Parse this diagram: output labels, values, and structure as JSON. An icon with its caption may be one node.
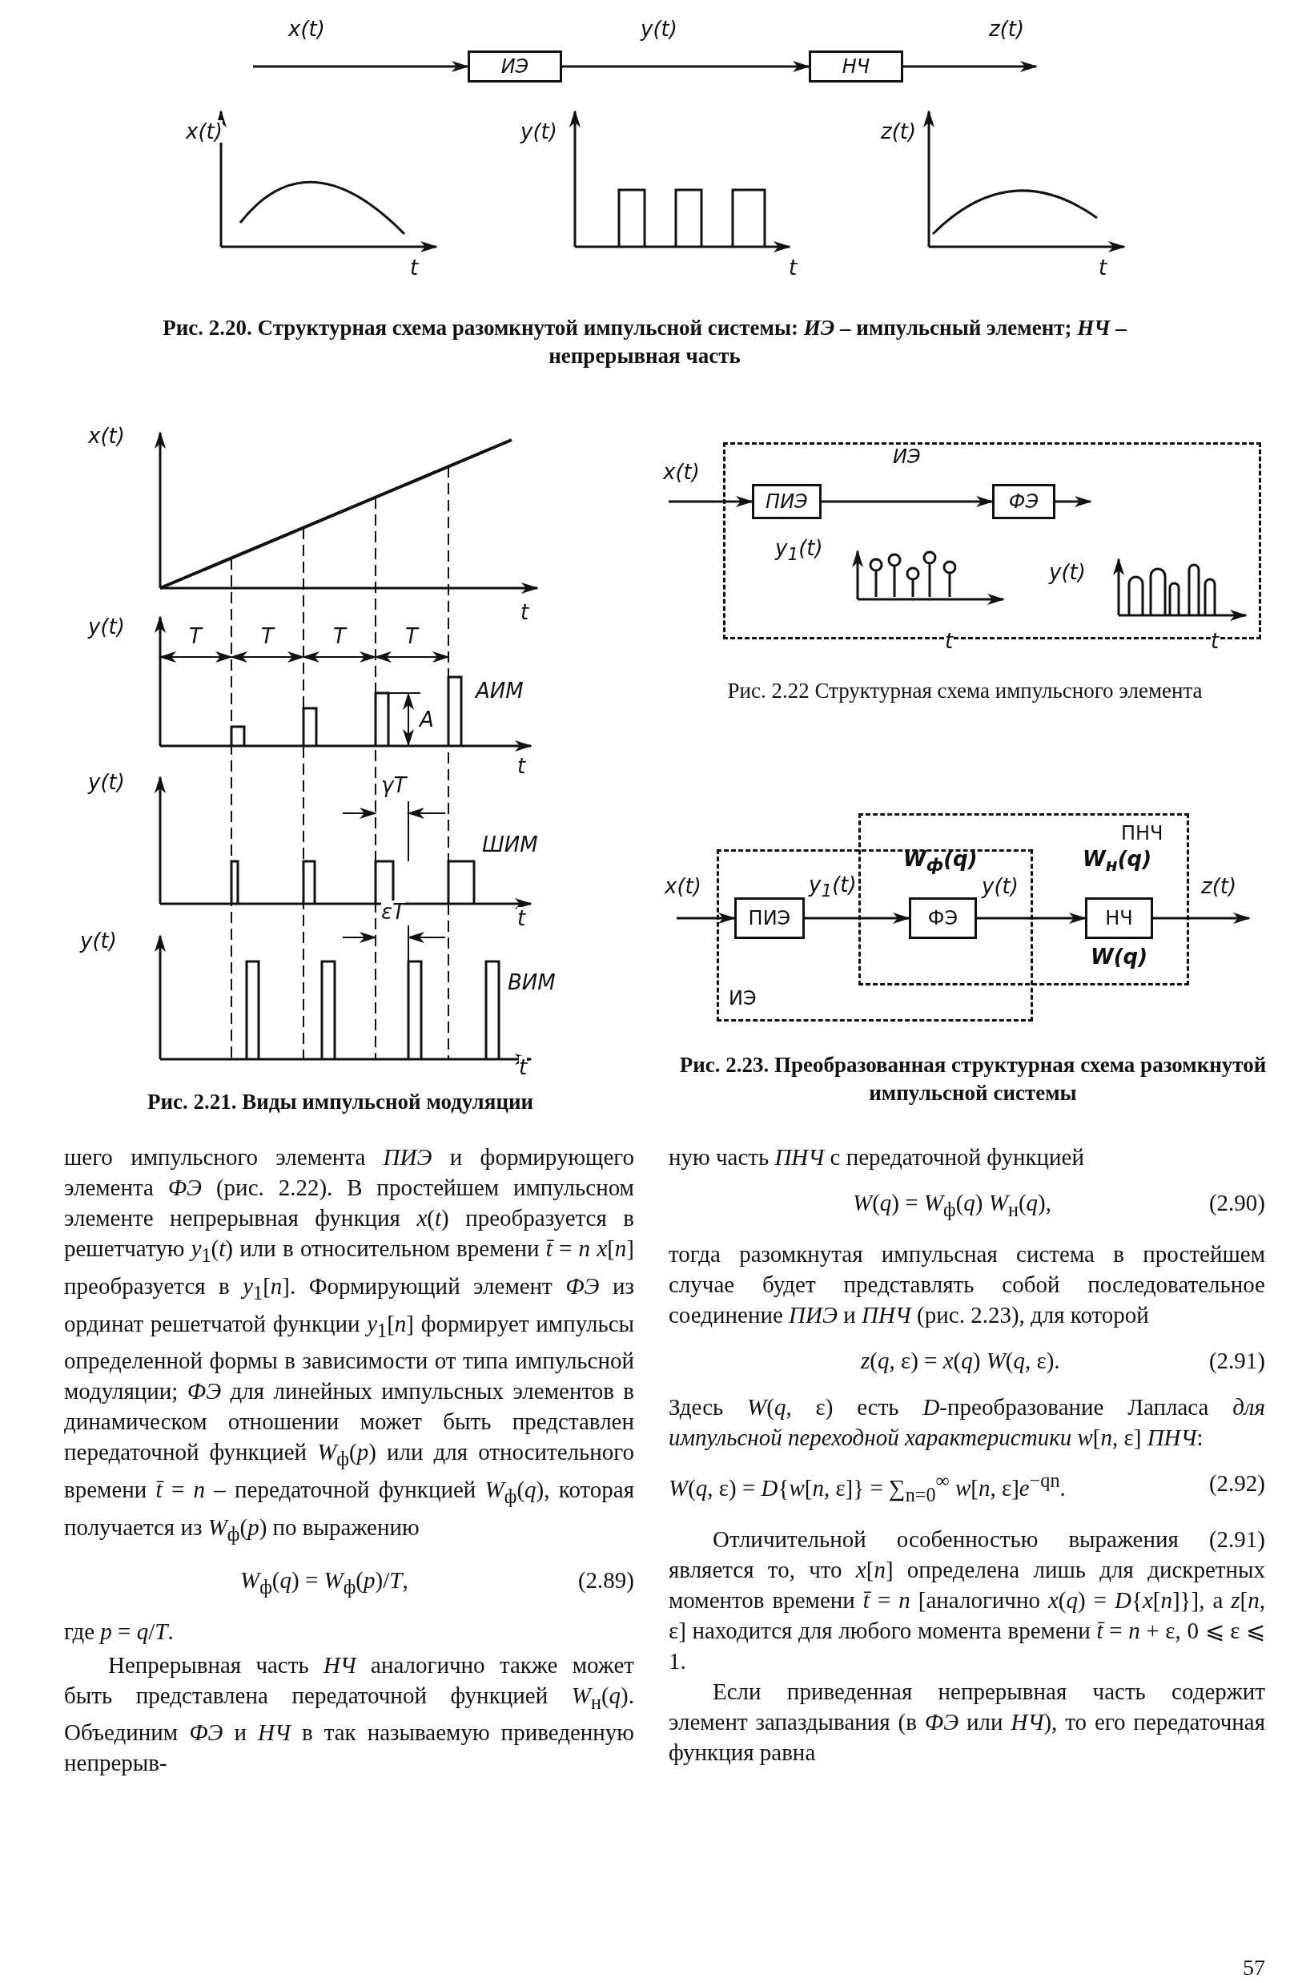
{
  "diagram": {
    "nodes": [
      {
        "text": [
          "ИЭ"
        ]
      },
      {
        "text": [
          "НЧ"
        ]
      },
      {
        "text": [
          "ИЭ"
        ]
      },
      {
        "text": [
          "ПИЭ"
        ],
        "in": 2
      },
      {
        "text": [
          "ФЭ"
        ],
        "in": 2
      },
      {
        "text": [
          "ИЭ"
        ]
      },
      {
        "text": [
          "ПНЧ"
        ],
        "beside": [
          "W(q)"
        ]
      },
      {
        "text": [
          "ПИЭ"
        ],
        "in": 5
      },
      {
        "text": [
          "ФЭ"
        ],
        "beside": [
          "W$_{ф}$(q)"
        ]
      },
      {
        "text": [
          "НЧ"
        ],
        "in": 6,
        "beside": [
          "W$_{н}$(q)"
        ]
      }
    ],
    "edges": [
      {
        "from": null,
        "to": 0,
        "arrow": "to",
        "label": "x(t)"
      },
      {
        "from": 0,
        "to": 1,
        "arrow": "to",
        "label": "y(t)"
      },
      {
        "from": 1,
        "to": null,
        "arrow": "to",
        "label": "z(t)"
      },
      {
        "from": null,
        "to": 3,
        "arrow": "to",
        "label": "x(t)"
      },
      {
        "from": 3,
        "to": 4,
        "arrow": "to"
      },
      {
        "from": 4,
        "to": null,
        "arrow": "to"
      },
      {
        "from": null,
        "to": 7,
        "arrow": "to",
        "label": "x(t)"
      },
      {
        "from": 7,
        "to": 8,
        "arrow": "to",
        "label": "y$_{1}$(t)"
      },
      {
        "from": 8,
        "to": 9,
        "arrow": "to",
        "label": "y(t)"
      },
      {
        "from": 9,
        "to": null,
        "arrow": "to",
        "label": "z(t)"
      }
    ],
    "labels": [
      "x(t)",
      "y(t)",
      "z(t)",
      "t",
      "t",
      "t",
      "Рис. 2.20. Структурная схема разомкнутой импульсной системы: *ИЭ* – импульсный элемент; *НЧ* – непрерывная часть",
      "x(t)",
      "t",
      "y(t)",
      "T",
      "T",
      "T",
      "T",
      "АИМ",
      "A",
      "t",
      "y(t)",
      "γT",
      "ШИМ",
      "t",
      "y(t)",
      "εT",
      "ВИМ",
      "t",
      "Рис. 2.21. Виды импульсной модуляции",
      "y$_{1}$(t)",
      "t",
      "y(t)",
      "t",
      "Рис. 2.22 Структурная схема импульсного элемента",
      "Рис. 2.23. Преобразованная структурная схема разомкнутой импульсной системы",
      "шего импульсного элемента *ПИЭ* и формирующего элемента *ФЭ* (рис. 2.22). В простейшем импульсном элементе непрерывная функция *x*(*t*) преобразуется в решетчатую *y*$_{1}$(*t*) или в относительном времени *t̄* = *n* *x*[*n*] преобразуется в *y*$_{1}$[*n*]. Формирующий элемент *ФЭ* из ординат решетчатой функции *y*$_{1}$[*n*] формирует импульсы определенной формы в зависимости от типа импульсной модуляции; *ФЭ* для линейных импульсных элементов в динамическом отношении может быть представлен передаточной функцией *W*$_{ф}$(*p*) или для относительного времени *t̄* = *n* – передаточной функцией *W*$_{ф}$(*q*), которая получается из *W*$_{ф}$(*p*) по выражению",
      "*W*$_{ф}$(*q*) = *W*$_{ф}$(*p*)/*T*,",
      "(2.89)",
      "где *p* = *q*/*T*.",
      "Непрерывная часть *НЧ* аналогично также может быть представлена передаточной функцией *W*$_{н}$(*q*). Объединим *ФЭ* и *НЧ* в так называемую приведенную непрерыв-",
      "ную часть *ПНЧ* с передаточной функцией",
      "*W*(*q*) = *W*$_{ф}$(*q*) *W*$_{н}$(*q*),",
      "(2.90)",
      "тогда разомкнутая импульсная система в простейшем случае будет представлять собой последовательное соединение *ПИЭ* и *ПНЧ* (рис. 2.23), для которой",
      "*z*(*q*, ε) = *x*(*q*) *W*(*q*, ε).",
      "(2.91)",
      "Здесь *W*(*q*, ε) есть *D*-преобразование Лапласа *для импульсной переходной характеристики* *w*[*n*, ε] *ПНЧ*:",
      "*W*(*q*, ε) = *D*{*w*[*n*, ε]} = ∑$_{n=0}$$^{∞}$ *w*[*n*, ε]*e*$^{−qn}$.",
      "(2.92)",
      "Отличительной особенностью выражения (2.91) является то, что *x*[*n*] определена лишь для дискретных моментов времени *t̄* = *n* [аналогично *x*(*q*) = *D*{*x*[*n*]}], а *z*[*n*, ε] находится для любого момента времени *t̄* = *n* + ε, 0 ⩽ ε ⩽ 1.",
      "Если приведенная непрерывная часть содержит элемент запаздывания (в *ФЭ* или *НЧ*), то его передаточная функция равна",
      "57"
    ]
  }
}
